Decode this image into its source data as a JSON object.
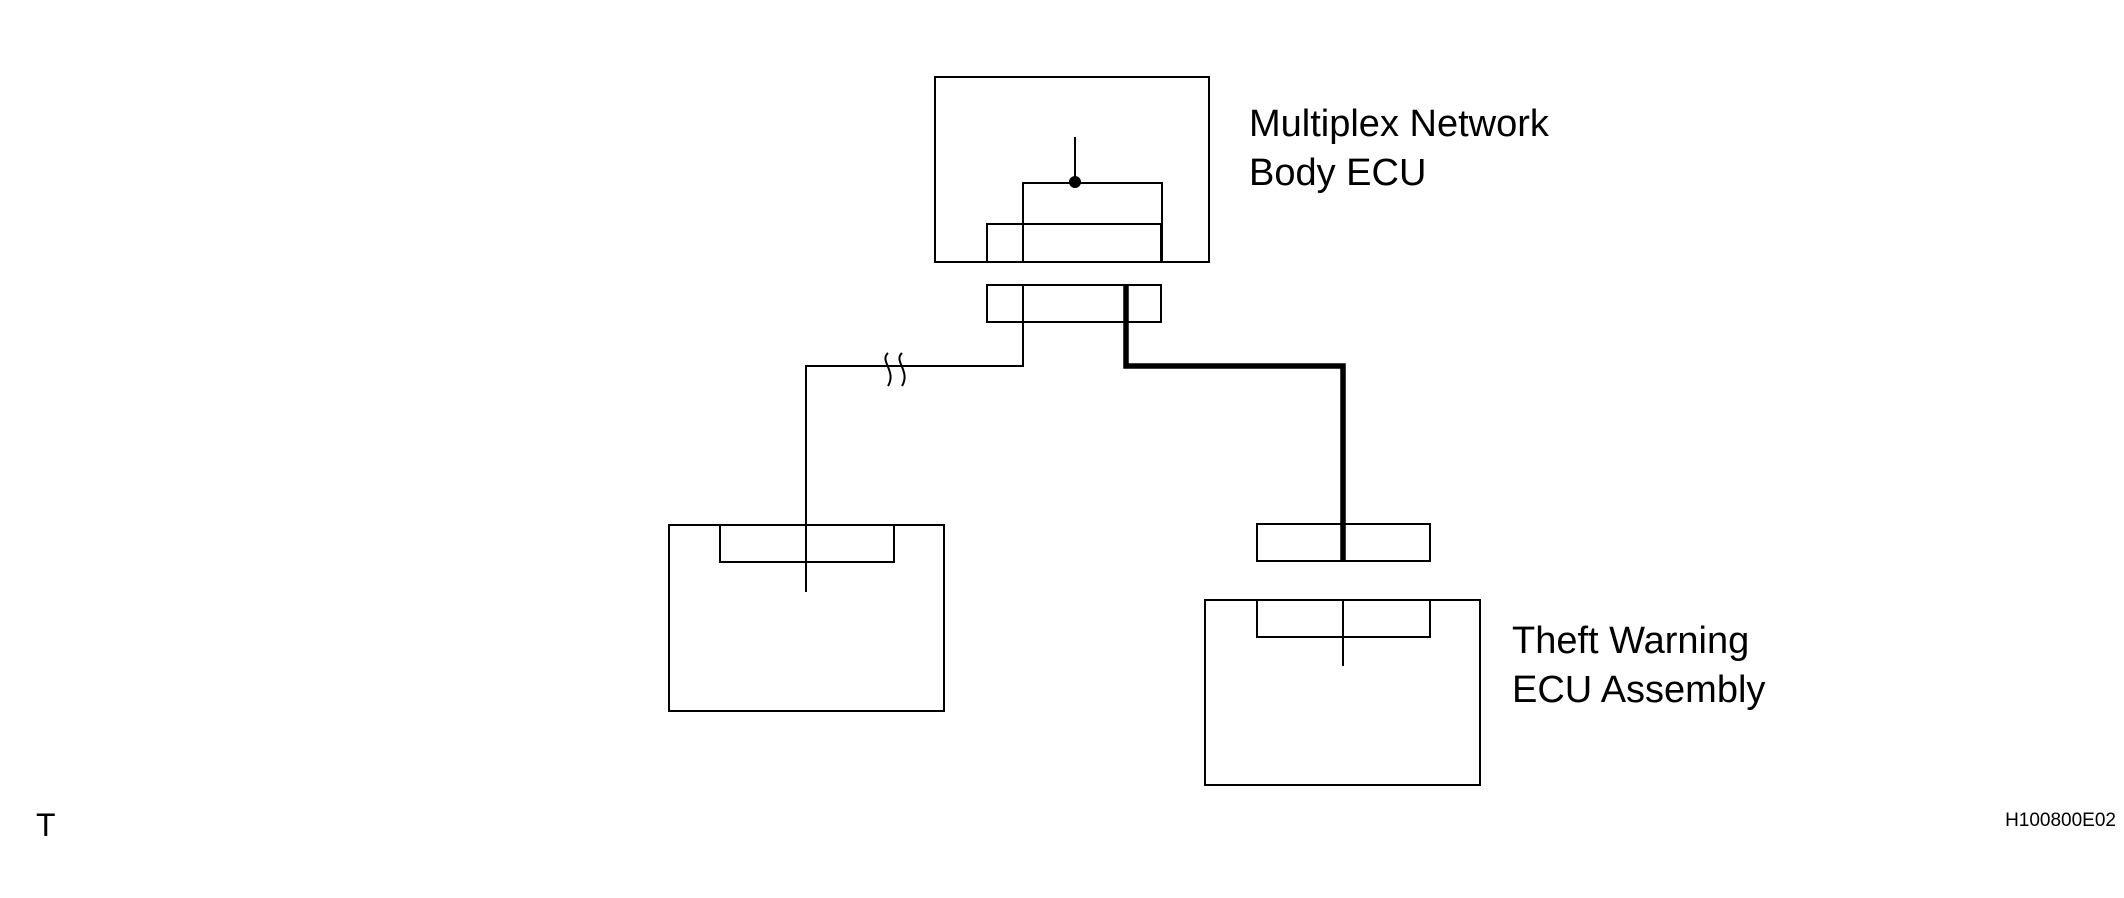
{
  "components": {
    "multiplex_network_body_ecu": {
      "label_line1": "Multiplex Network",
      "label_line2": "Body ECU"
    },
    "theft_warning_ecu_assembly": {
      "label_line1": "Theft Warning",
      "label_line2": "ECU Assembly"
    }
  },
  "corner_left_label": "T",
  "figure_id": "H100800E02"
}
